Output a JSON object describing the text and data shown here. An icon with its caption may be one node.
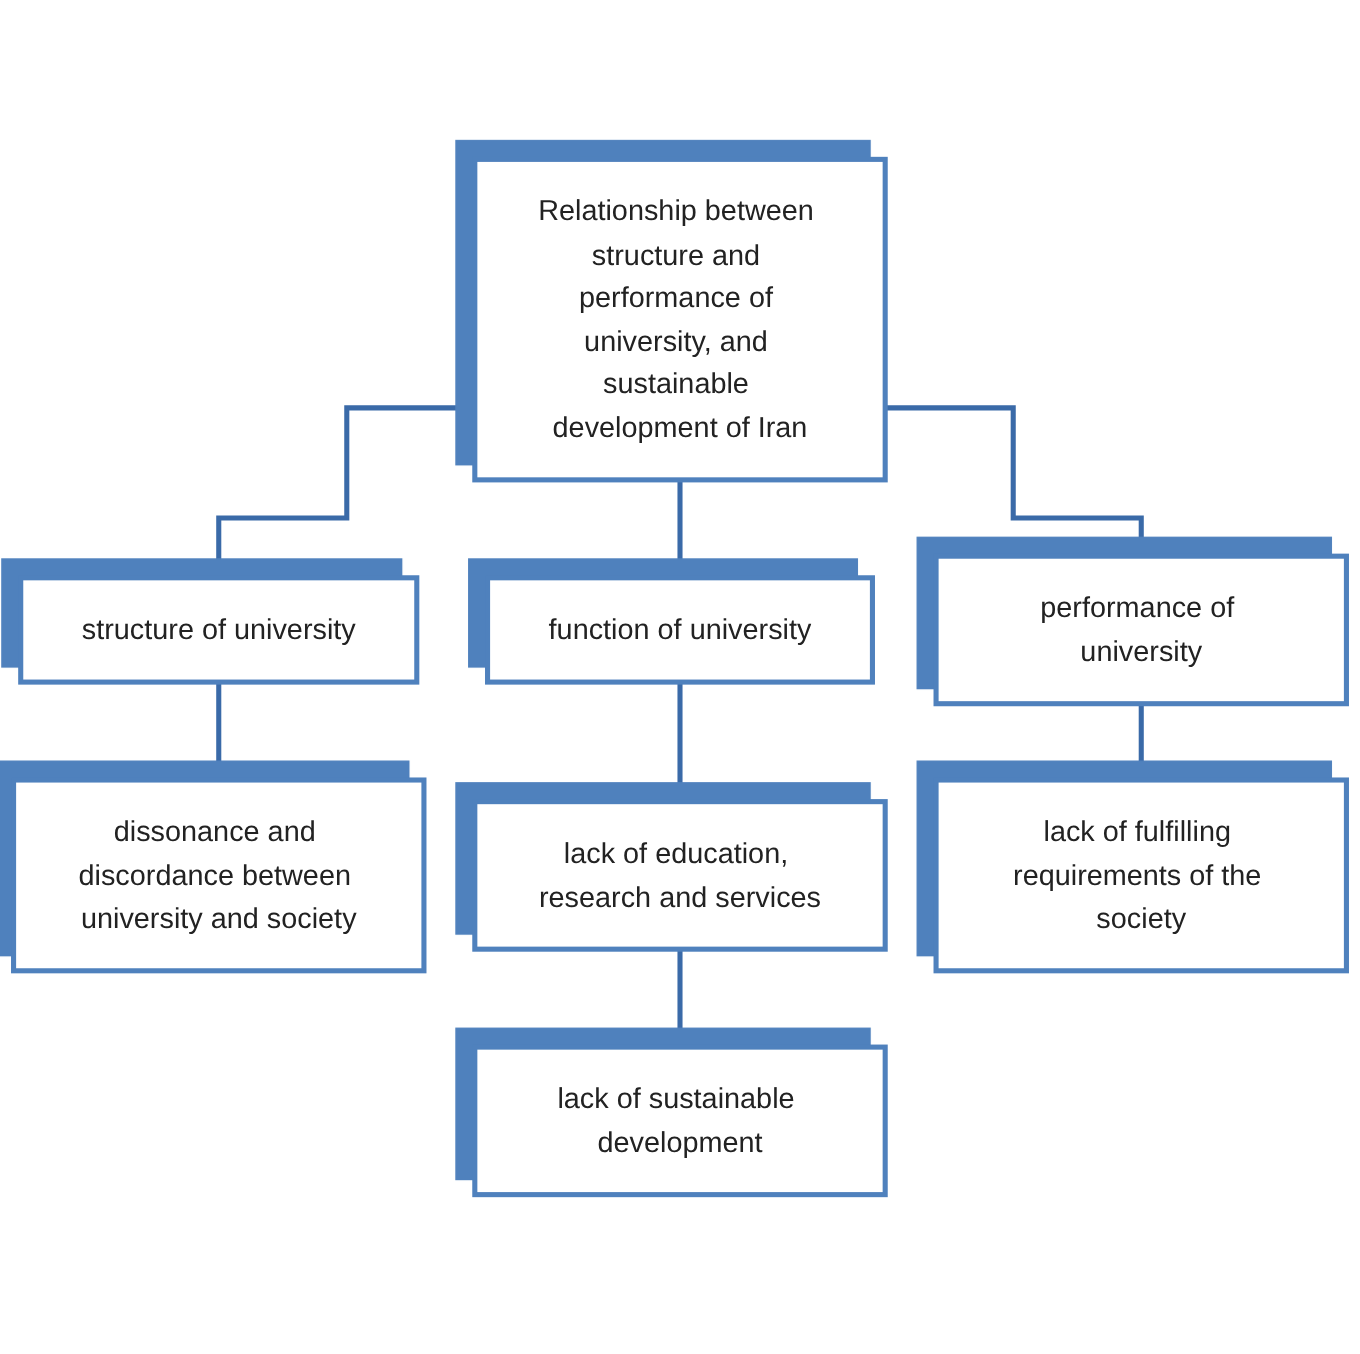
{
  "diagram": {
    "nodes": [
      {
        "text": [
          "Relationship between structure and performance of university, and sustainable development of Iran"
        ]
      },
      {
        "text": [
          "structure of university"
        ]
      },
      {
        "text": [
          "function of university"
        ]
      },
      {
        "text": [
          "performance of university"
        ]
      },
      {
        "text": [
          "dissonance and discordance between university and society"
        ]
      },
      {
        "text": [
          "lack of education, research and services"
        ]
      },
      {
        "text": [
          "lack of fulfilling requirements of the society"
        ]
      },
      {
        "text": [
          "lack of sustainable development"
        ]
      }
    ],
    "edges": [
      {
        "from": 0,
        "to": 1,
        "arrow": "none"
      },
      {
        "from": 0,
        "to": 2,
        "arrow": "none"
      },
      {
        "from": 0,
        "to": 3,
        "arrow": "none"
      },
      {
        "from": 1,
        "to": 4,
        "arrow": "none"
      },
      {
        "from": 2,
        "to": 5,
        "arrow": "none"
      },
      {
        "from": 3,
        "to": 6,
        "arrow": "none"
      },
      {
        "from": 5,
        "to": 7,
        "arrow": "none"
      }
    ]
  }
}
